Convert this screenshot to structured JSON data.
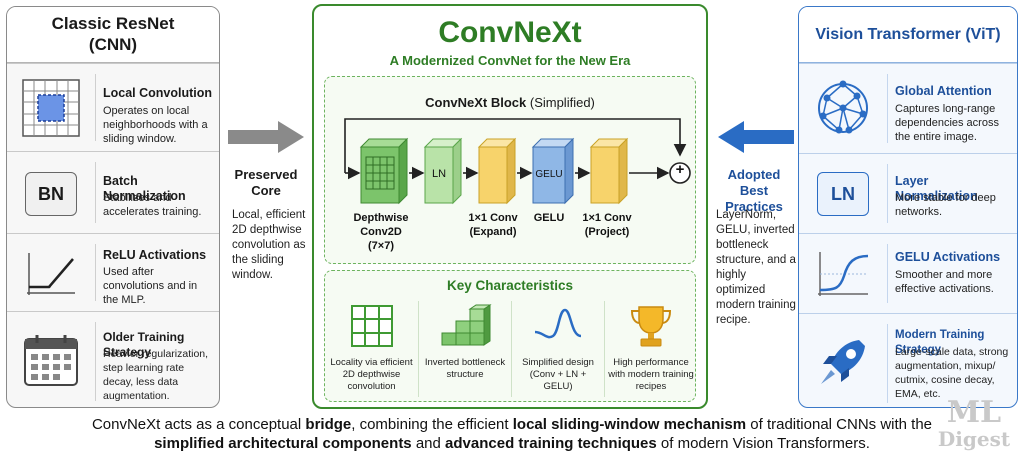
{
  "left_panel": {
    "title": "Classic ResNet\n(CNN)",
    "items": [
      {
        "title": "Local Convolution",
        "desc": "Operates on local neighborhoods with a sliding window."
      },
      {
        "title": "Batch Normalization",
        "desc": "Stabilizes and accelerates training.",
        "icon_text": "BN"
      },
      {
        "title": "ReLU Activations",
        "desc": "Used after convolutions and in the MLP."
      },
      {
        "title": "Older Training Strategy",
        "desc": "Heavier regularization, step learning rate decay, less data augmentation."
      }
    ]
  },
  "left_bridge": {
    "heading": "Preserved Core",
    "text": "Local, efficient 2D depthwise convolution as the sliding window."
  },
  "center": {
    "title": "ConvNeXt",
    "subtitle": "A Modernized ConvNet for the New Era",
    "block_title_bold": "ConvNeXt Block",
    "block_title_rest": " (Simplified)",
    "nodes": [
      {
        "label": "Depthwise Conv2D (7×7)"
      },
      {
        "label": "",
        "box_text": "LN"
      },
      {
        "label": "1×1 Conv (Expand)"
      },
      {
        "label": "GELU",
        "box_text": "GELU"
      },
      {
        "label": "1×1 Conv (Project)"
      }
    ],
    "plus_symbol": "+",
    "key_title": "Key Characteristics",
    "key_items": [
      "Locality via efficient 2D depthwise convolution",
      "Inverted bottleneck structure",
      "Simplified design (Conv + LN + GELU)",
      "High performance with modern training recipes"
    ]
  },
  "right_bridge": {
    "heading": "Adopted Best Practices",
    "text": "LayerNorm, GELU, inverted bottleneck structure, and a highly optimized modern training recipe."
  },
  "right_panel": {
    "title": "Vision Transformer (ViT)",
    "items": [
      {
        "title": "Global Attention",
        "desc": "Captures long-range dependencies across the entire image."
      },
      {
        "title": "Layer Normalization",
        "desc": "More stable for deep networks.",
        "icon_text": "LN"
      },
      {
        "title": "GELU Activations",
        "desc": "Smoother and more effective activations."
      },
      {
        "title": "Modern Training Strategy",
        "desc": "Large-scale data, strong augmentation, mixup/ cutmix, cosine decay, EMA, etc."
      }
    ]
  },
  "caption": {
    "p1": "ConvNeXt acts as a conceptual ",
    "b1": "bridge",
    "p2": ", combining the efficient ",
    "b2": "local sliding-window mechanism",
    "p3": " of traditional CNNs with the",
    "b3": "simplified architectural components",
    "p4": " and ",
    "b4": "advanced training techniques",
    "p5": " of modern Vision Transformers."
  },
  "logo": {
    "line1": "ML",
    "line2": "Digest"
  },
  "colors": {
    "green": "#2e7d25",
    "blue": "#1d4f9a",
    "conv_green": "#7cc46b",
    "norm_green": "#b9e3a8",
    "conv_yellow": "#f7d36b",
    "gelu_blue": "#8fb7e6",
    "arrow_gray": "#8a8a8a",
    "arrow_blue": "#2a6cc4"
  }
}
